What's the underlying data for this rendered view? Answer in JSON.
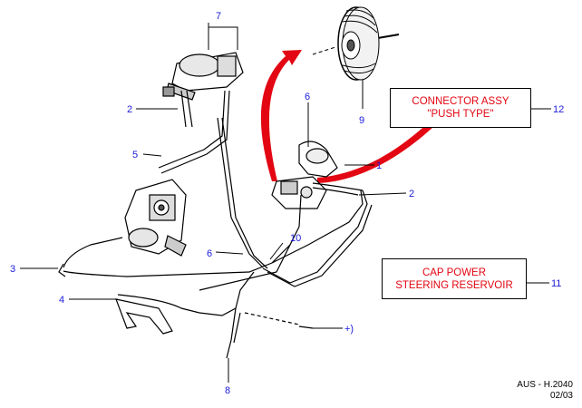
{
  "callout_numbers": {
    "n1": "1",
    "n2a": "2",
    "n2b": "2",
    "n3": "3",
    "n4": "4",
    "n5": "5",
    "n6a": "6",
    "n6b": "6",
    "n7": "7",
    "n8": "8",
    "n9": "9",
    "n10": "10",
    "n11": "11",
    "n12": "12",
    "plus": "+)"
  },
  "boxes": {
    "connector": {
      "line1": "CONNECTOR ASSY",
      "line2": "\"PUSH TYPE\""
    },
    "cap": {
      "line1": "CAP POWER",
      "line2": "STEERING RESERVOIR"
    }
  },
  "reference": {
    "code": "AUS - H.2040",
    "date": "02/03"
  },
  "colors": {
    "accent": "#e30613",
    "callout": "#1a1adc",
    "line": "#000000"
  }
}
